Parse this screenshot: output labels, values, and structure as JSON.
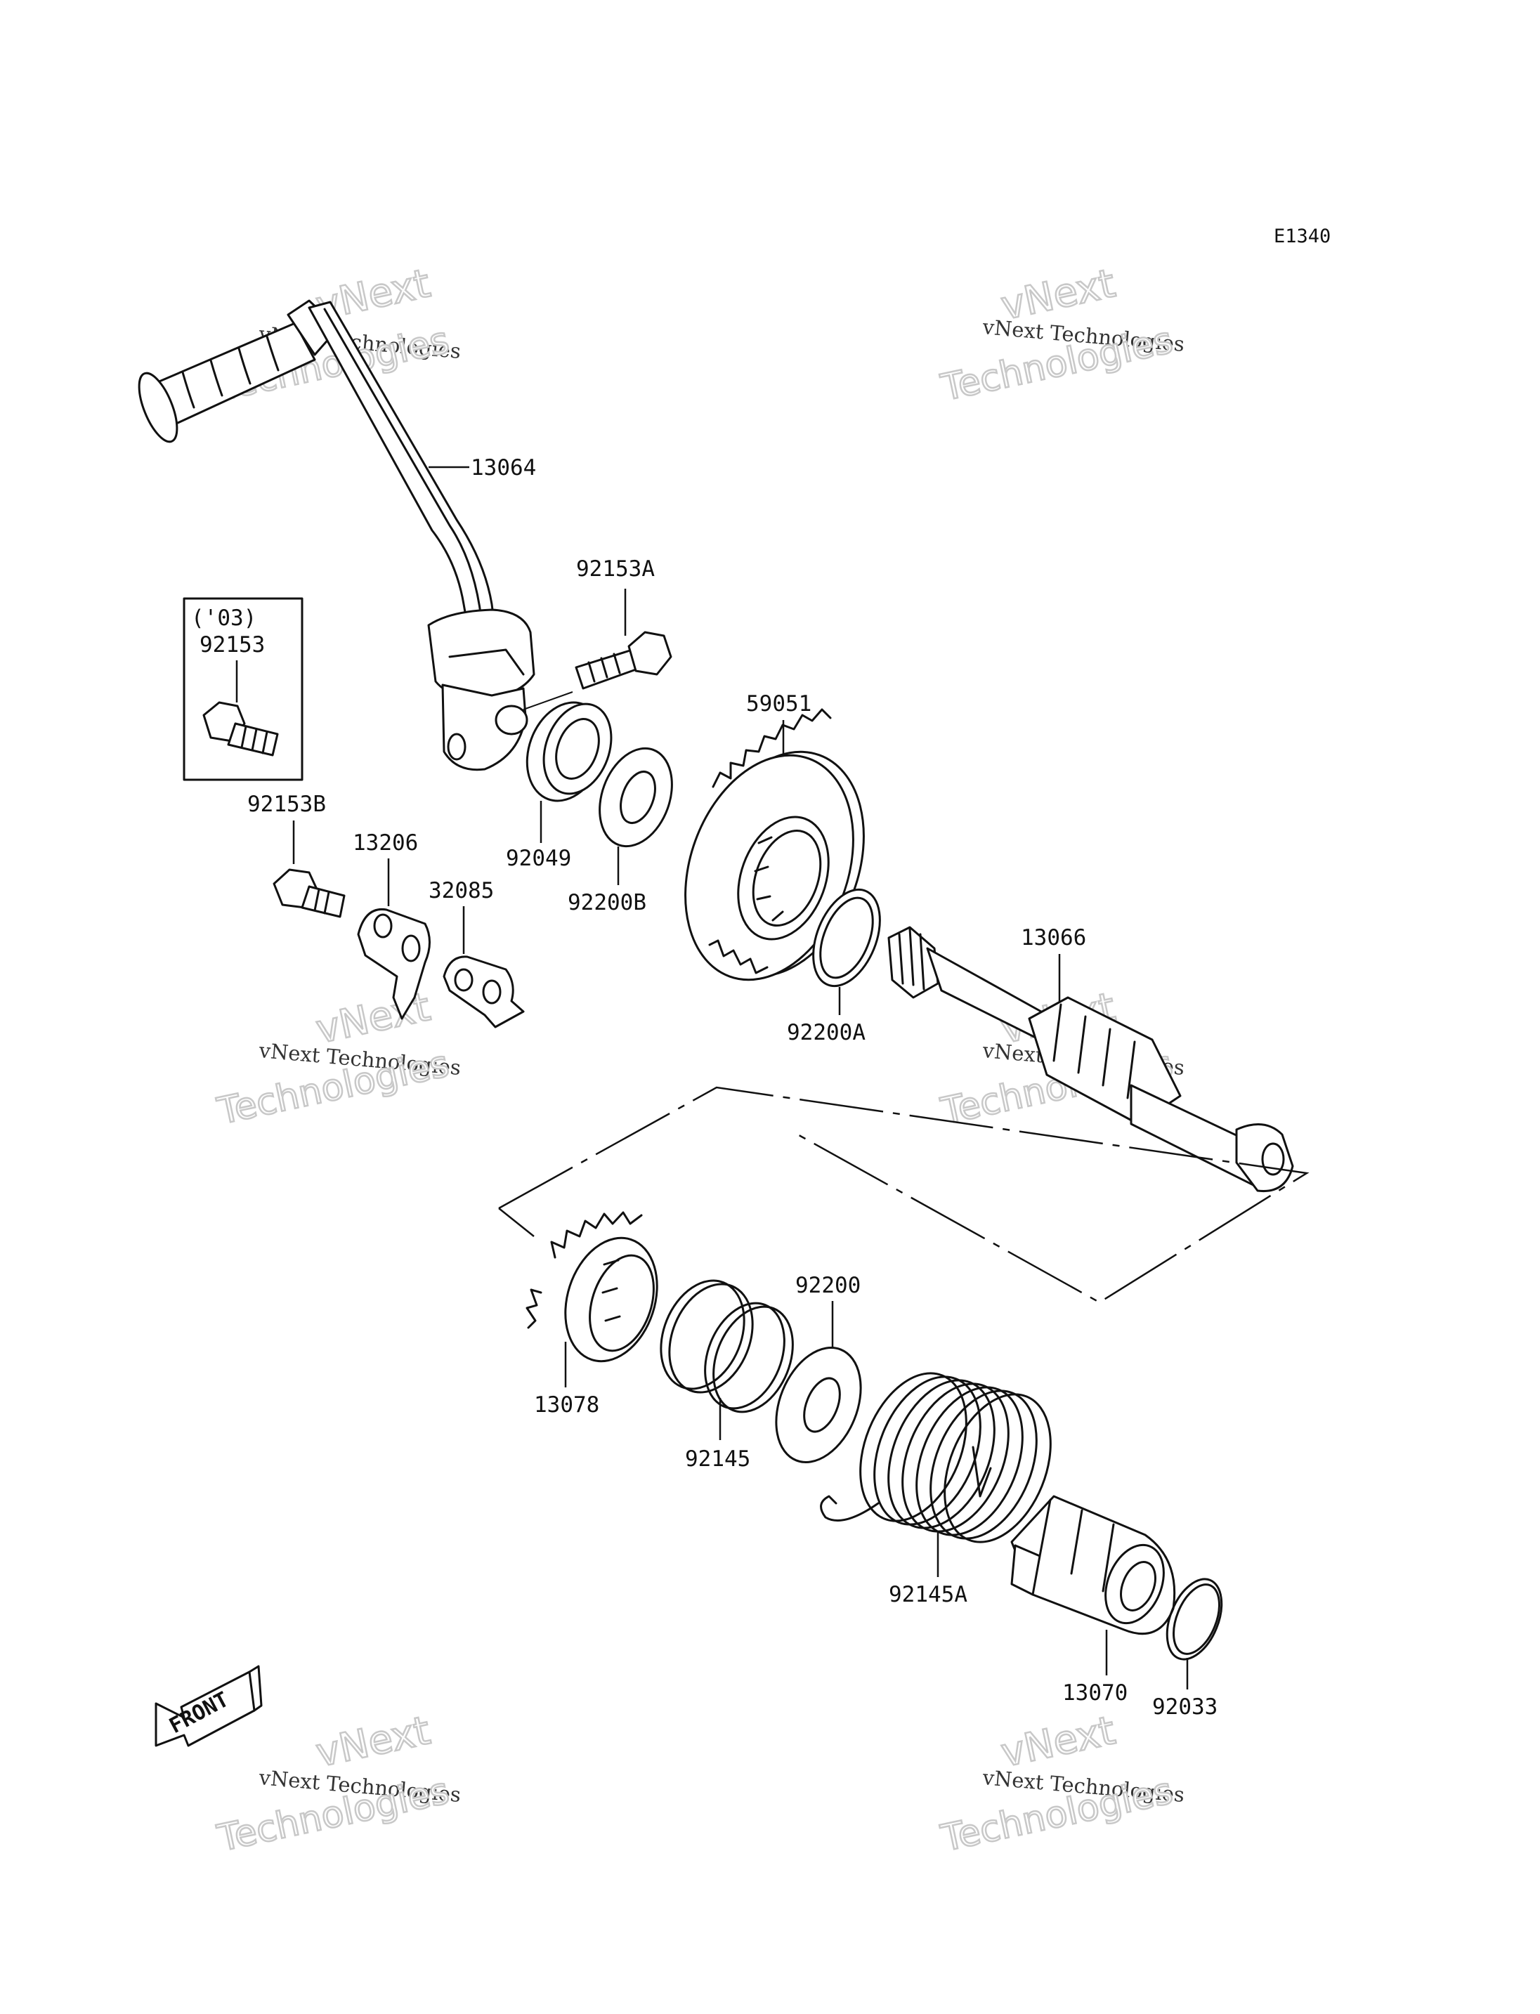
{
  "diagram_code": "E1340",
  "watermark": {
    "line1": "vNext Technologies",
    "line2": "vNext",
    "line3": "Technologies"
  },
  "front_label": "FRONT",
  "variant_box": {
    "year": "('03)",
    "part": "92153"
  },
  "parts": {
    "p13064": "13064",
    "p92153A": "92153A",
    "p59051": "59051",
    "p92153B": "92153B",
    "p13206": "13206",
    "p32085": "32085",
    "p92049": "92049",
    "p92200B": "92200B",
    "p13066": "13066",
    "p92200A": "92200A",
    "p92200": "92200",
    "p13078": "13078",
    "p92145": "92145",
    "p92145A": "92145A",
    "p13070": "13070",
    "p92033": "92033"
  }
}
